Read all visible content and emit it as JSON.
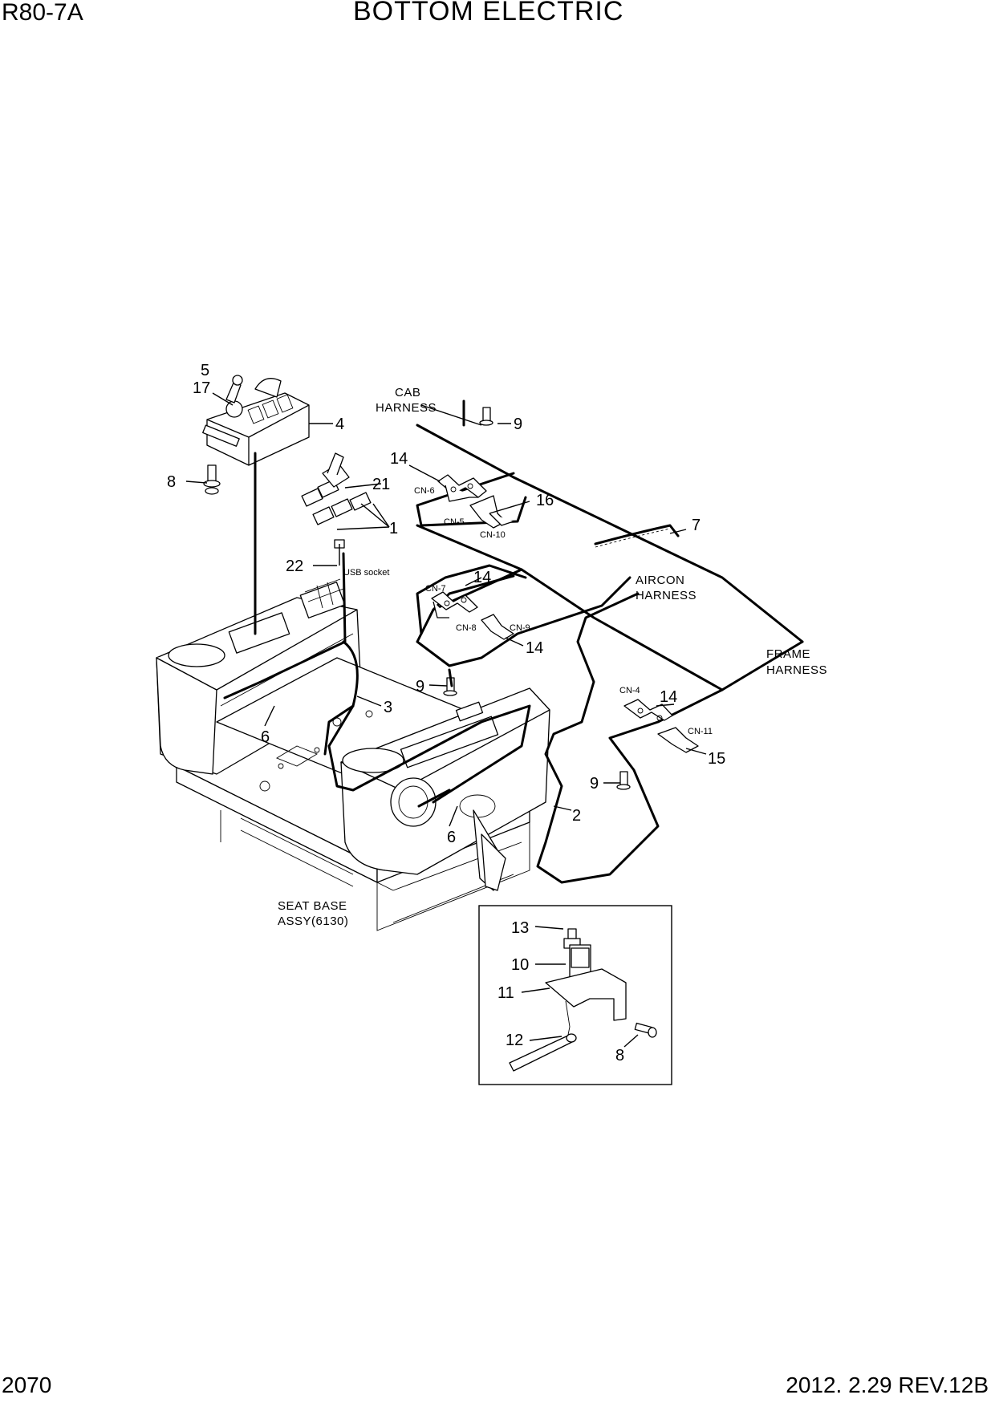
{
  "header": {
    "model": "R80-7A",
    "title": "BOTTOM ELECTRIC"
  },
  "footer": {
    "page_number": "2070",
    "revision": "2012. 2.29 REV.12B"
  },
  "callouts": {
    "p1": "1",
    "p2": "2",
    "p3": "3",
    "p4": "4",
    "p5": "5",
    "p6a": "6",
    "p6b": "6",
    "p7": "7",
    "p8a": "8",
    "p8b": "8",
    "p9a": "9",
    "p9b": "9",
    "p9c": "9",
    "p10": "10",
    "p11": "11",
    "p12": "12",
    "p13": "13",
    "p14a": "14",
    "p14b": "14",
    "p14c": "14",
    "p14d": "14",
    "p15": "15",
    "p16": "16",
    "p17": "17",
    "p21": "21",
    "p22": "22"
  },
  "captions": {
    "cab_harness": [
      "CAB",
      "HARNESS"
    ],
    "aircon_harness": [
      "AIRCON",
      "HARNESS"
    ],
    "frame_harness": [
      "FRAME",
      "HARNESS"
    ],
    "seat_base": [
      "SEAT BASE",
      "ASSY(6130)"
    ],
    "usb_socket": "USB socket"
  },
  "connectors": {
    "cn4": "CN-4",
    "cn5": "CN-5",
    "cn6": "CN-6",
    "cn7": "CN-7",
    "cn8": "CN-8",
    "cn9": "CN-9",
    "cn10": "CN-10",
    "cn11": "CN-11"
  }
}
